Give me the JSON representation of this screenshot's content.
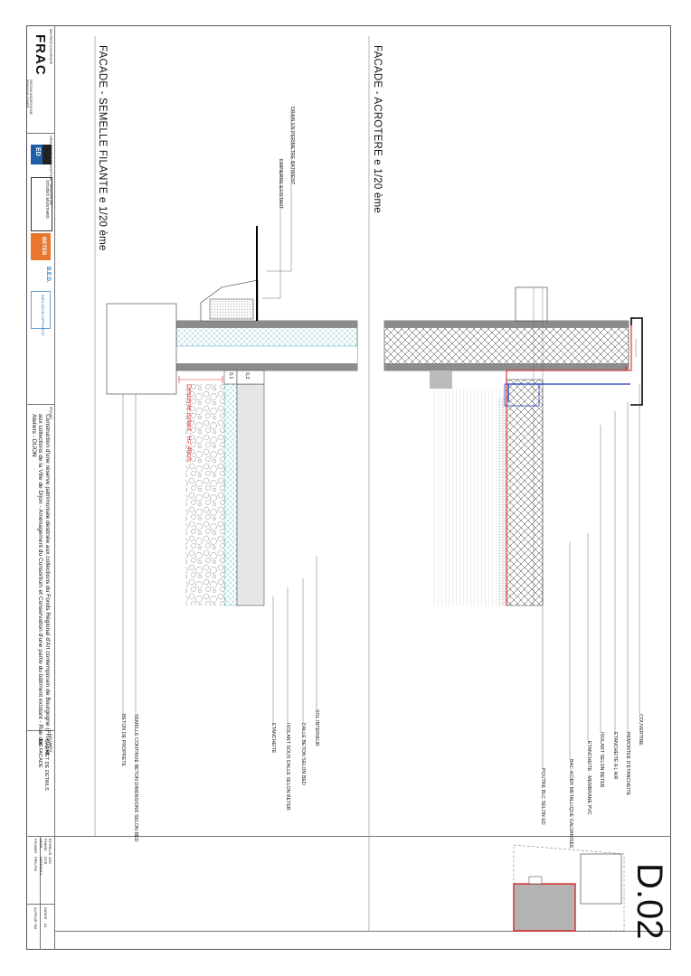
{
  "sheet_number": "D.02",
  "details": {
    "acrotere_title": "FACADE - ACROTERE  e 1/20 ème",
    "semelle_title": "FACADE - SEMELLE FILANTE e 1/20 ème",
    "acrotere_labels": [
      "COUVERTINE",
      "REMONTEE D'ETANCHEITE",
      "ETANCHEITE A L'AIR",
      "ISOLANT SELON BETEB",
      "ETANCHEITE - MEMBRANE PVC",
      "BAC-ACIER METALLIQUE GALVANISEE",
      "POUTRE BLC SELON ED"
    ],
    "semelle_top_labels": [
      "DRAIN EN PERIMETRE BATIMENT",
      "EMPIERRE EXISTANT"
    ],
    "semelle_labels": [
      "SOL INTERIEUR",
      "DALLE BETON SELON BED",
      "ISOLANT SOUS DALLE SELON BETEB",
      "ETANCHEITE",
      "SEMELLE CONTINUE BETON DIMENSIONS SELON BED",
      "BETON DE PROPRETE"
    ],
    "dim_1": "0,1",
    "dim_2": "0,2",
    "insulation_note": "Descente isolant : H= 40cm"
  },
  "title_block": {
    "owner_heading": "MAITRISE D'OUVRAGE",
    "owner_logo": "FRAC",
    "owner_sub": "RÉGION BOURGOGNE FRANCHE-COMTÉ",
    "design_heading": "GROUPEMENT CONCEPTION / REALISATION",
    "firm_logo_1": "ED",
    "firm_logo_2": "STUDIO MUSTARD",
    "firm_logo_3": "BETEB",
    "firm_logo_4": "B.E.D.",
    "firm_logo_5": "BIEN DEVELOPPEMENT",
    "project_heading": "PROJET",
    "project_text": "Construction d'une réserve patrimoniale destinée aux collections du Fonds Régional d'Art contemporain de Bourgogne (FRAC) et aux collections de la Ville de Dijon - Aménagement du Consortium et Conservation d'une partie du bâtiment existant - Rue des Ateliers - DIJON",
    "document_heading": "DOCUMENT",
    "document_title_1": "CARNET DE DETAILS",
    "document_title_2": "DE FACADE",
    "echelle_label": "ECHELLE",
    "echelle_value": "1/20",
    "phase_label": "PHASE",
    "phase_value": "DCE",
    "date_label": "DATE",
    "date_value": "06/09/2014",
    "fichier_label": "FICHIER",
    "fichier_value": "PRO.PIC",
    "indice_label": "INDICE",
    "indice_value": "01",
    "auteur_label": "AUTEUR",
    "auteur_value": "SM"
  },
  "colors": {
    "line": "#222222",
    "insulation": "#4aa7b8",
    "membrane_red": "#d9262c",
    "air_barrier_blue": "#1f3fb5",
    "concrete_grey": "#8c8c8c",
    "keyplan_fill": "#b3b3b3"
  }
}
